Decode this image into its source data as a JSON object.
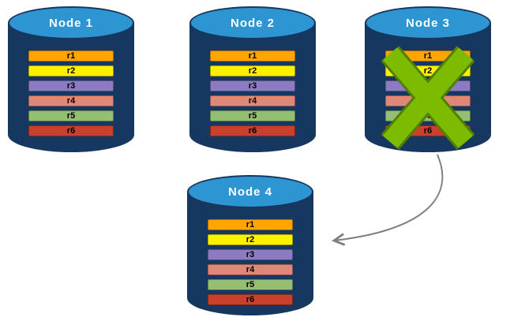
{
  "diagram": {
    "nodes": [
      {
        "title": "Node 1",
        "failed": false
      },
      {
        "title": "Node 2",
        "failed": false
      },
      {
        "title": "Node 3",
        "failed": true
      },
      {
        "title": "Node 4",
        "failed": false
      }
    ],
    "rows": [
      {
        "label": "r1",
        "color": "#FFA400"
      },
      {
        "label": "r2",
        "color": "#FFF000"
      },
      {
        "label": "r3",
        "color": "#8C7AC2"
      },
      {
        "label": "r4",
        "color": "#E08878"
      },
      {
        "label": "r5",
        "color": "#94BE71"
      },
      {
        "label": "r6",
        "color": "#C9402C"
      }
    ],
    "colors": {
      "cylinder_body": "#16375F",
      "cylinder_top": "#2E95D3",
      "failure_x": "#7CBB00",
      "failure_x_outline": "#537F00",
      "arrow": "#7F7F7F"
    }
  }
}
